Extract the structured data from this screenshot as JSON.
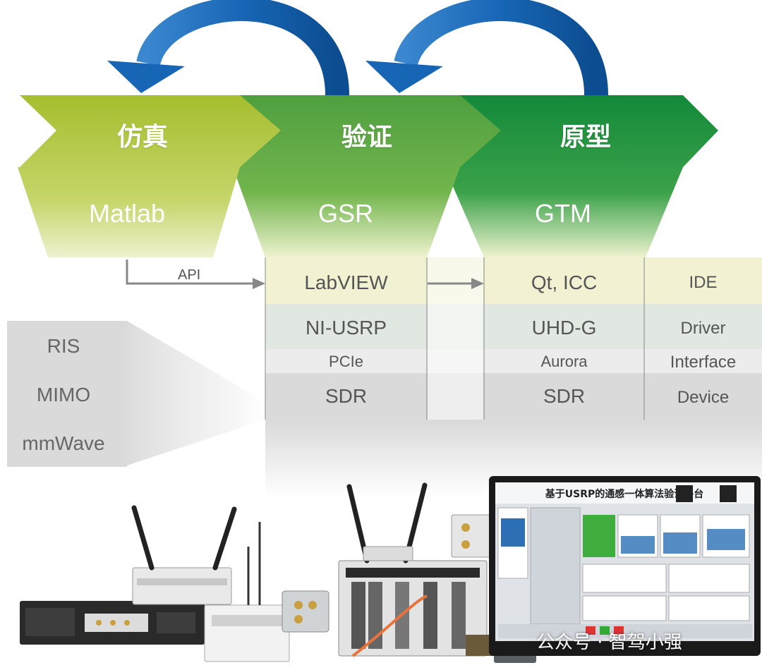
{
  "stages": [
    {
      "title": "仿真",
      "tool": "Matlab"
    },
    {
      "title": "验证",
      "tool": "GSR"
    },
    {
      "title": "原型",
      "tool": "GTM"
    }
  ],
  "api_label": "API",
  "table": {
    "gsr": {
      "ide": "LabVIEW",
      "driver": "NI-USRP",
      "interface": "PCIe",
      "device": "SDR"
    },
    "gtm": {
      "ide": "Qt, ICC",
      "driver": "UHD-G",
      "interface": "Aurora",
      "device": "SDR"
    },
    "layer_names": {
      "ide": "IDE",
      "driver": "Driver",
      "interface": "Interface",
      "device": "Device"
    }
  },
  "technologies": [
    "RIS",
    "MIMO",
    "mmWave"
  ],
  "screen_title": "基于USRP的通感一体算法验证平台",
  "watermark": "公众号 · 智驾小强",
  "colors": {
    "arrow_blue": "#1766b5",
    "sim_green": "#a9c23a",
    "gsr_green": "#5aa84a",
    "gtm_green": "#1f9444",
    "ide_row": "#f1f2d6",
    "driver_row": "#e2eae2",
    "interface_row": "#ececec",
    "device_row": "#dddddd"
  }
}
